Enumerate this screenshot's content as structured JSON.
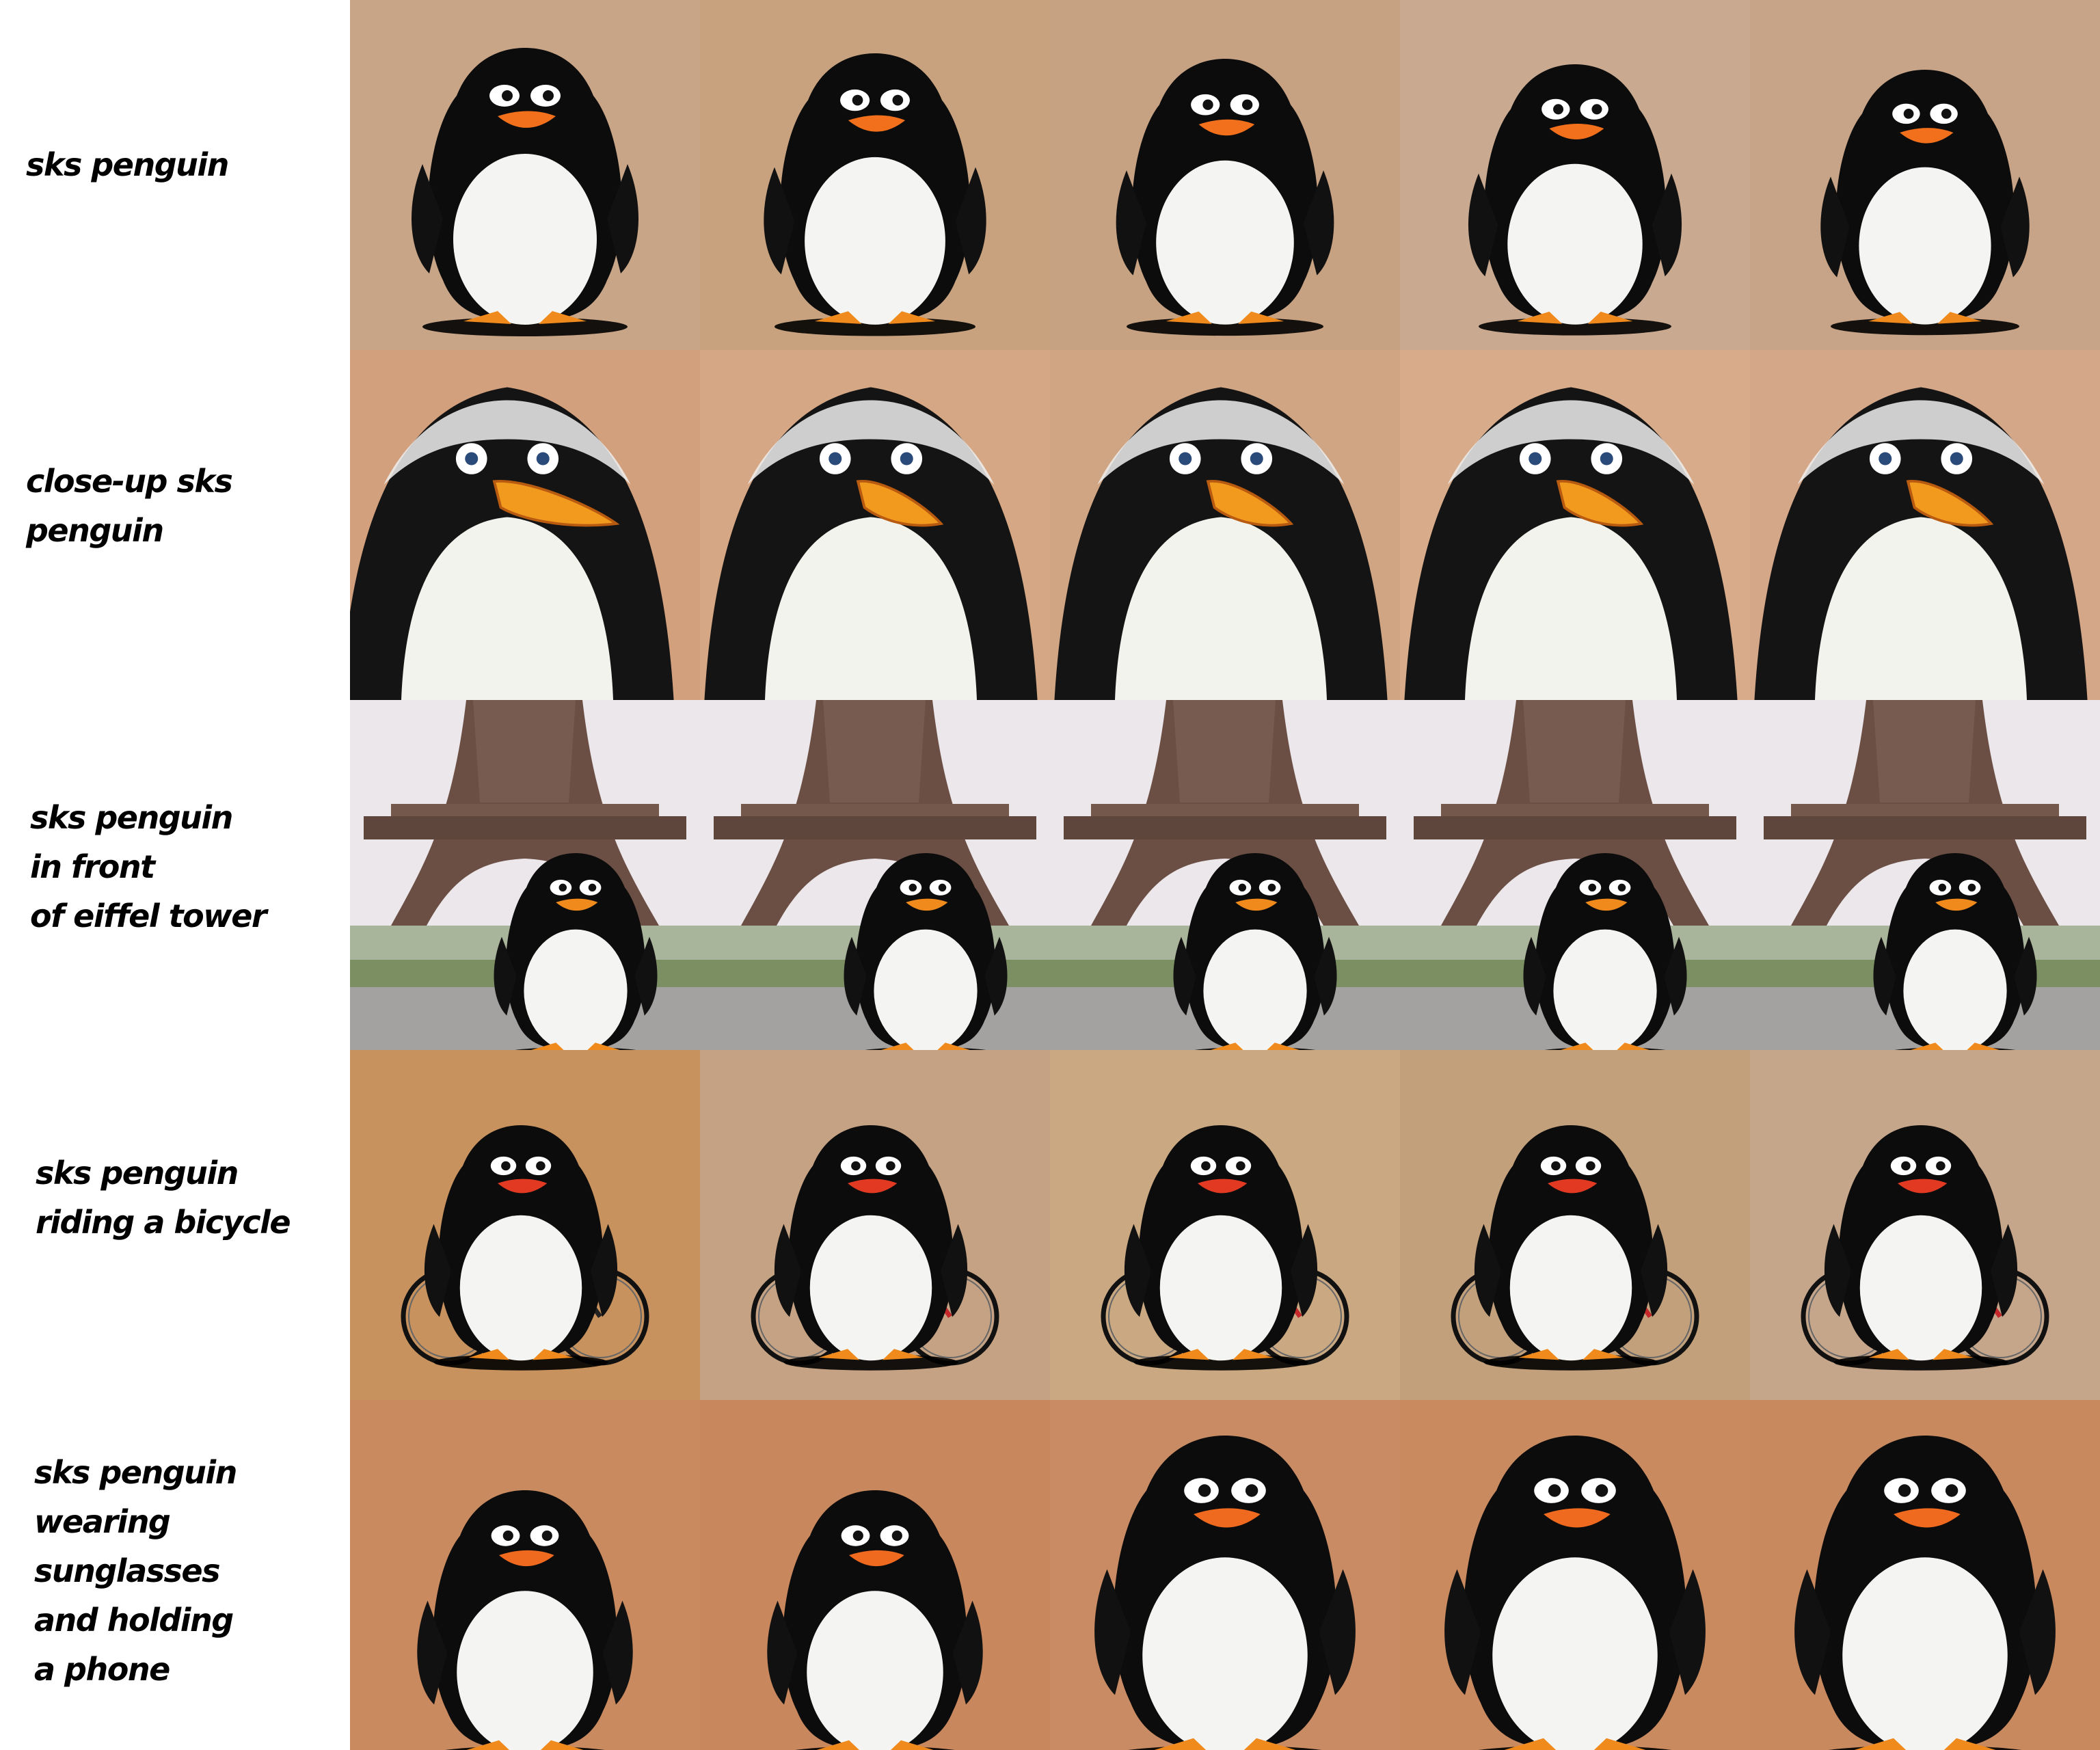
{
  "rows": [
    {
      "prompt": "sks penguin",
      "scene": "studio",
      "colors": {
        "bg": "#caa687"
      }
    },
    {
      "prompt": "close-up sks\npenguin",
      "scene": "closeup",
      "colors": {
        "bg": "#d5a583"
      }
    },
    {
      "prompt": "sks penguin\nin front\nof eiffel tower",
      "scene": "eiffel",
      "colors": {
        "bg": "#e9e4e6"
      }
    },
    {
      "prompt": "sks penguin\nriding a bicycle",
      "scene": "bicycle",
      "colors": {
        "bg": "#c9a37a"
      }
    },
    {
      "prompt": "sks penguin\nwearing\nsunglasses\nand holding\na phone",
      "scene": "sunglasses",
      "colors": {
        "bg": "#c8885f"
      }
    }
  ],
  "samples_per_row": 5,
  "icons": [
    "penguin-image",
    "eiffel-tower-image",
    "bicycle-image"
  ]
}
